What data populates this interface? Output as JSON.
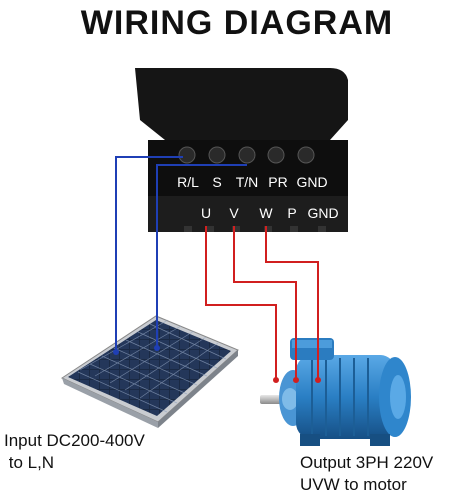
{
  "title": "WIRING DIAGRAM",
  "top_terminals": [
    "R/L",
    "S",
    "T/N",
    "PR",
    "GND"
  ],
  "bottom_terminals": [
    "U",
    "V",
    "W",
    "P",
    "GND"
  ],
  "input_note": [
    "Input DC200-400V",
    " to L,N"
  ],
  "output_note": [
    "Output 3PH 220V",
    "UVW to motor"
  ],
  "colors": {
    "input_wire": "#1f3fb5",
    "output_wire": "#d11f1f",
    "inverter_body": "#151515",
    "motor_body": "#2a7fc4",
    "panel_cells": "#1b2a44"
  }
}
